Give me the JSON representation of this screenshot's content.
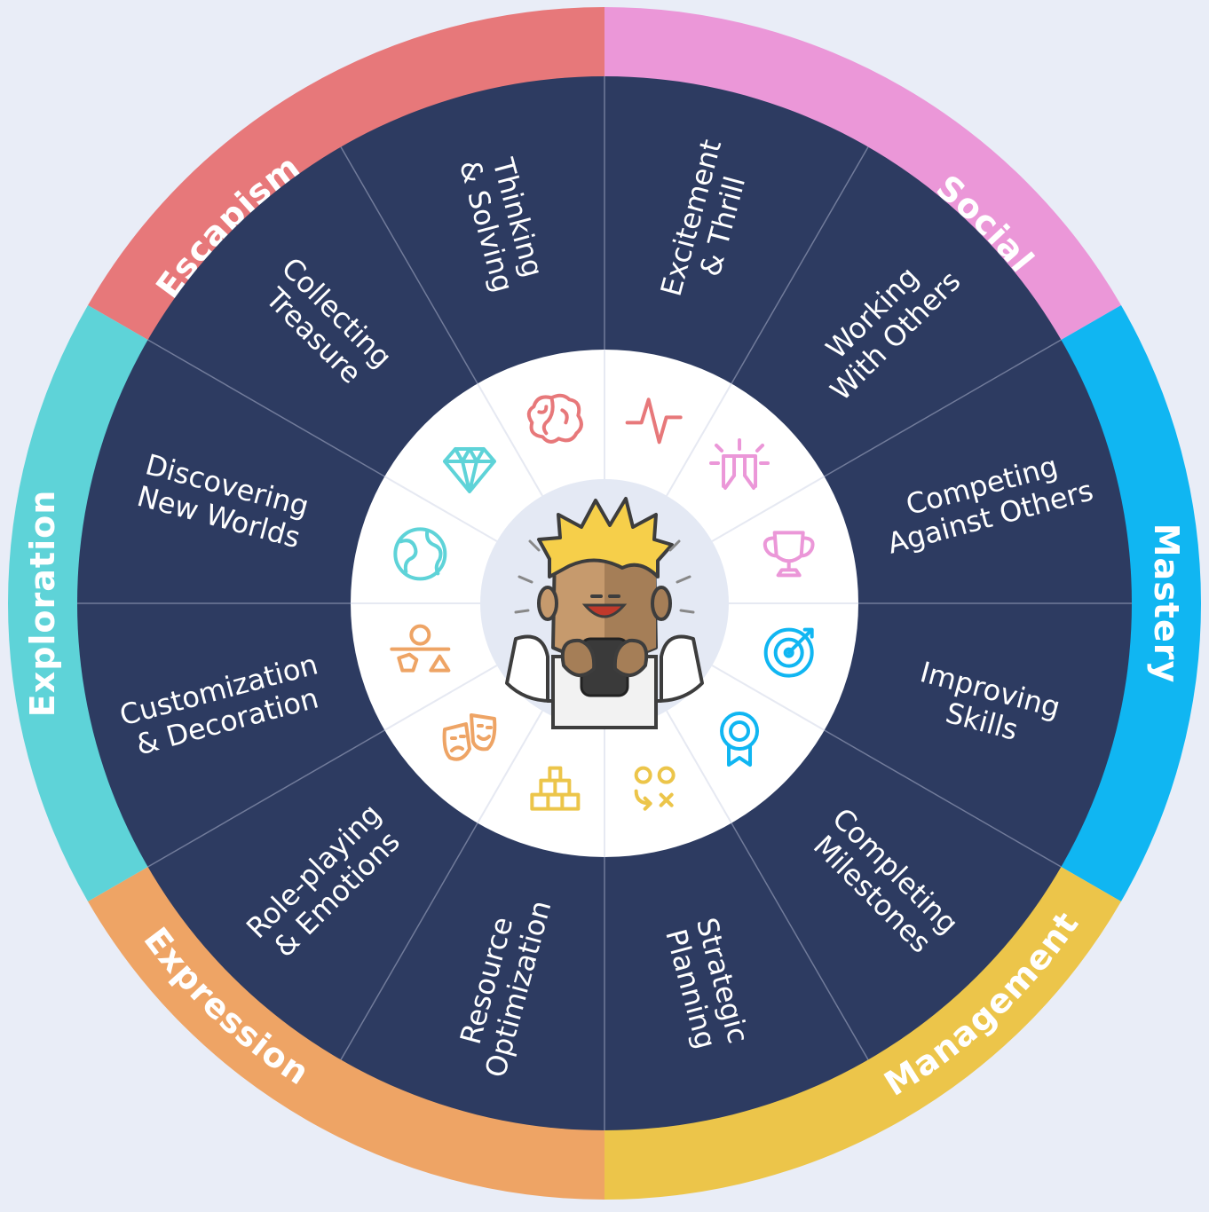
{
  "wheel": {
    "categories": [
      {
        "label": "Escapism",
        "color": "#e7787a"
      },
      {
        "label": "Social",
        "color": "#eb97d8"
      },
      {
        "label": "Mastery",
        "color": "#10b6f2"
      },
      {
        "label": "Management",
        "color": "#ecc54a"
      },
      {
        "label": "Expression",
        "color": "#eea465"
      },
      {
        "label": "Exploration",
        "color": "#5ed3d8"
      }
    ],
    "sectors": [
      {
        "lines": [
          "Excitement",
          "& Thrill"
        ],
        "category": 0,
        "icon": "pulse-icon"
      },
      {
        "lines": [
          "Working",
          "With Others"
        ],
        "category": 1,
        "icon": "team-icon"
      },
      {
        "lines": [
          "Competing",
          "Against Others"
        ],
        "category": 1,
        "icon": "trophy-icon"
      },
      {
        "lines": [
          "Improving",
          "Skills"
        ],
        "category": 2,
        "icon": "target-icon"
      },
      {
        "lines": [
          "Completing",
          "Milestones"
        ],
        "category": 2,
        "icon": "medal-icon"
      },
      {
        "lines": [
          "Strategic",
          "Planning"
        ],
        "category": 3,
        "icon": "strategy-icon"
      },
      {
        "lines": [
          "Resource",
          "Optimization"
        ],
        "category": 3,
        "icon": "gold-bars-icon"
      },
      {
        "lines": [
          "Role-playing",
          "& Emotions"
        ],
        "category": 4,
        "icon": "theater-masks-icon"
      },
      {
        "lines": [
          "Customization",
          "& Decoration"
        ],
        "category": 4,
        "icon": "shapes-icon"
      },
      {
        "lines": [
          "Discovering",
          "New Worlds"
        ],
        "category": 5,
        "icon": "globe-icon"
      },
      {
        "lines": [
          "Collecting",
          "Treasure"
        ],
        "category": 5,
        "icon": "diamond-icon"
      },
      {
        "lines": [
          "Thinking",
          "& Solving"
        ],
        "category": 0,
        "icon": "brain-icon"
      }
    ],
    "colors": {
      "segment": "#2d3b61",
      "divider": "#8e97b3",
      "inner_ring": "#ffffff",
      "center_disc": "#e4e9f4"
    },
    "center_icon": "gamer-character-icon"
  }
}
